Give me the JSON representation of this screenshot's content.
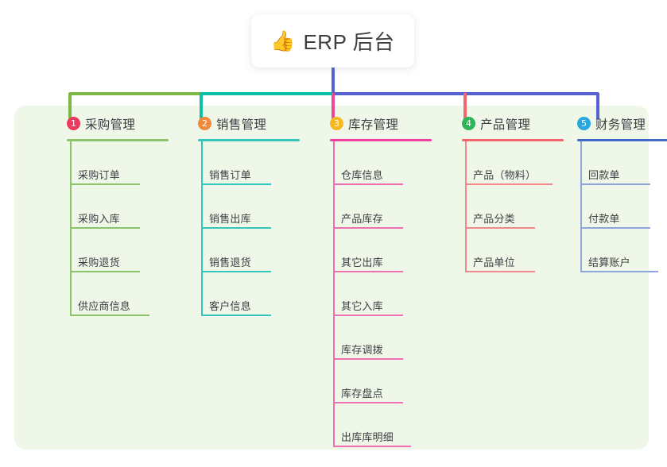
{
  "root": {
    "icon": "thumbs-up-icon",
    "icon_glyph": "👍",
    "title": "ERP 后台"
  },
  "panel": {
    "background_color": "#eff7e9"
  },
  "connector_colors": {
    "bar_left": "#7cb843",
    "bar_mid": "#0fbfa5",
    "bar_right": "#5562cf",
    "stem": "#5562cf",
    "drops": [
      "#7cb843",
      "#0fbfa5",
      "#ec4899",
      "#f2686e",
      "#5562cf"
    ]
  },
  "columns": [
    {
      "index": "1",
      "badge_color": "#ec3b5e",
      "rule_color": "#8dc36a",
      "line_color": "#8dc36a",
      "title": "采购管理",
      "items": [
        {
          "label": "采购订单"
        },
        {
          "label": "采购入库"
        },
        {
          "label": "采购退货"
        },
        {
          "label": "供应商信息"
        }
      ]
    },
    {
      "index": "2",
      "badge_color": "#f08a3c",
      "rule_color": "#35c6bc",
      "line_color": "#35c6bc",
      "title": "销售管理",
      "items": [
        {
          "label": "销售订单"
        },
        {
          "label": "销售出库"
        },
        {
          "label": "销售退货"
        },
        {
          "label": "客户信息"
        }
      ]
    },
    {
      "index": "3",
      "badge_color": "#f5b820",
      "rule_color": "#ef3fa0",
      "line_color": "#ef6fb0",
      "title": "库存管理",
      "items": [
        {
          "label": "仓库信息"
        },
        {
          "label": "产品库存"
        },
        {
          "label": "其它出库"
        },
        {
          "label": "其它入库"
        },
        {
          "label": "库存调拨"
        },
        {
          "label": "库存盘点"
        },
        {
          "label": "出库库明细"
        }
      ]
    },
    {
      "index": "4",
      "badge_color": "#2fb457",
      "rule_color": "#f4656b",
      "line_color": "#f4898d",
      "title": "产品管理",
      "items": [
        {
          "label": "产品（物料）"
        },
        {
          "label": "产品分类"
        },
        {
          "label": "产品单位"
        }
      ]
    },
    {
      "index": "5",
      "badge_color": "#28a8e0",
      "rule_color": "#4069c8",
      "line_color": "#8fa6dd",
      "title": "财务管理",
      "items": [
        {
          "label": "回款单"
        },
        {
          "label": "付款单"
        },
        {
          "label": "结算账户"
        }
      ]
    }
  ]
}
